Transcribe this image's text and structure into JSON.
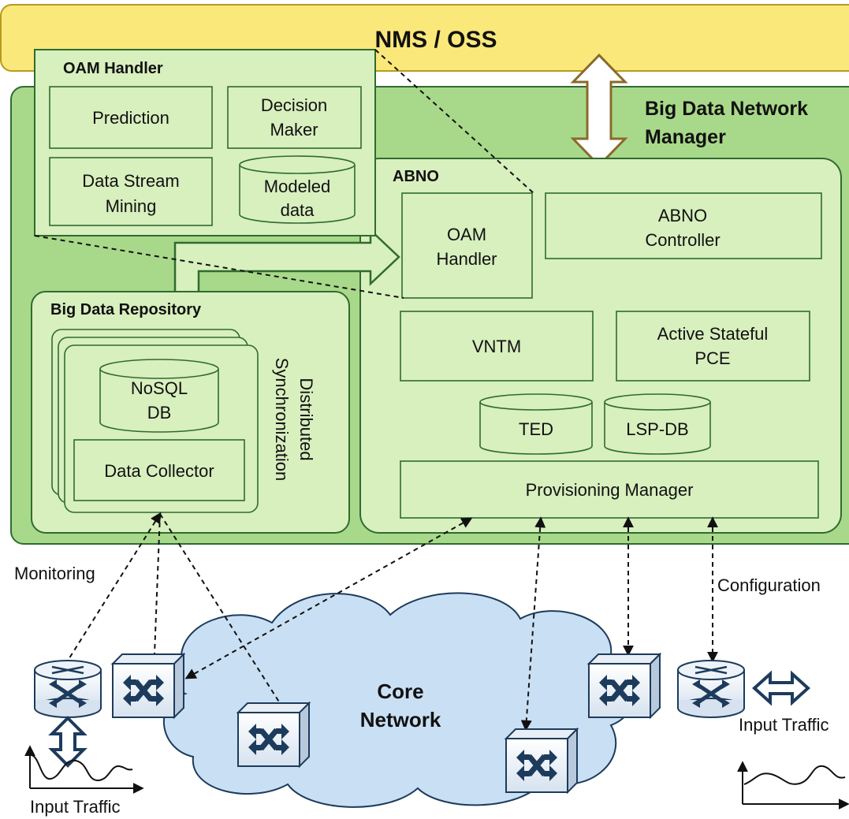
{
  "title_bar": {
    "label": "NMS / OSS"
  },
  "bdnm": {
    "label_line1": "Big Data Network",
    "label_line2": "Manager"
  },
  "oam_panel": {
    "title": "OAM Handler",
    "prediction": "Prediction",
    "decision_line1": "Decision",
    "decision_line2": "Maker",
    "mining_line1": "Data Stream",
    "mining_line2": "Mining",
    "modeled_line1": "Modeled",
    "modeled_line2": "data"
  },
  "abno": {
    "title": "ABNO",
    "oam_line1": "OAM",
    "oam_line2": "Handler",
    "controller_line1": "ABNO",
    "controller_line2": "Controller",
    "vntm": "VNTM",
    "pce_line1": "Active Stateful",
    "pce_line2": "PCE",
    "ted": "TED",
    "lspdb": "LSP-DB",
    "provisioning": "Provisioning Manager"
  },
  "repository": {
    "title": "Big Data Repository",
    "nosql_line1": "NoSQL",
    "nosql_line2": "DB",
    "collector": "Data Collector",
    "sync_line1": "Distributed",
    "sync_line2": "Synchronization"
  },
  "labels": {
    "monitoring": "Monitoring",
    "configuration": "Configuration",
    "core_line1": "Core",
    "core_line2": "Network",
    "input_left": "Input Traffic",
    "input_right": "Input Traffic"
  },
  "colors": {
    "nms_bar": "#fbe87b",
    "manager_bg": "#a8d98a",
    "box_fill": "#d8efbe",
    "border_green": "#2f6b2f",
    "cloud": "#c9e0f4",
    "device_blue": "#1d3b5c"
  }
}
